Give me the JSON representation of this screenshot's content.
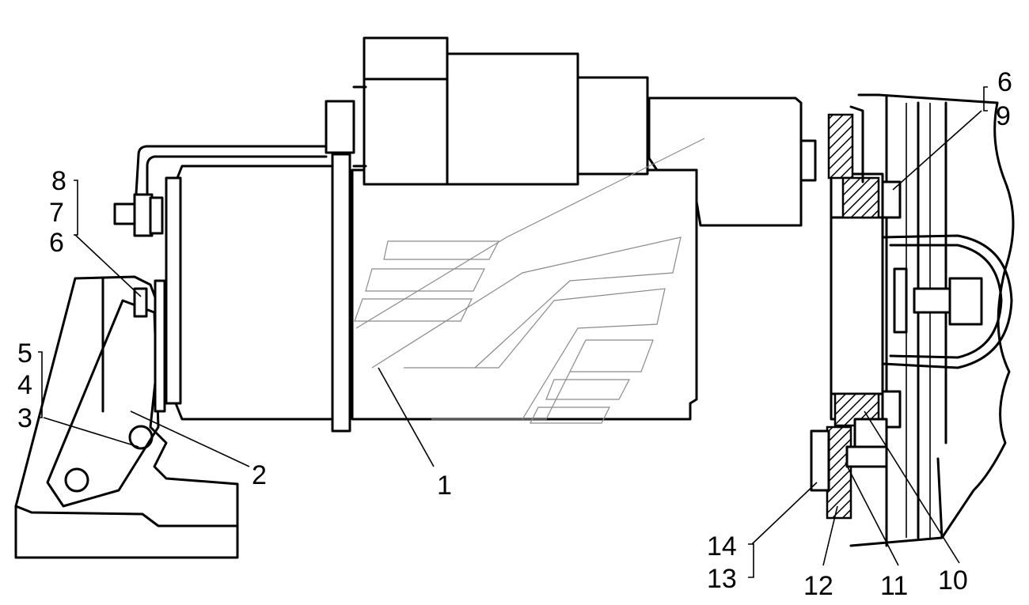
{
  "callouts": {
    "c1": "1",
    "c2": "2",
    "c3": "3",
    "c4": "4",
    "c5": "5",
    "c6_left": "6",
    "c7": "7",
    "c8": "8",
    "c6_right": "6",
    "c9": "9",
    "c10": "10",
    "c11": "11",
    "c12": "12",
    "c13": "13",
    "c14": "14"
  }
}
